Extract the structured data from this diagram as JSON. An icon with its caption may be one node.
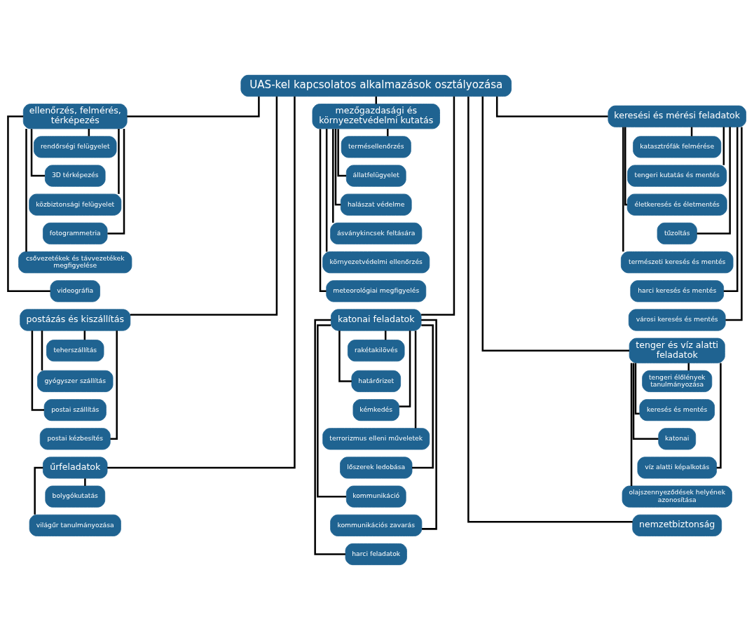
{
  "diagram": {
    "nodes": [
      {
        "text": [
          "UAS-kel kapcsolatos alkalmazások osztályozása"
        ]
      },
      {
        "text": [
          "ellenőrzés, felmérés, térképezés"
        ]
      },
      {
        "text": [
          "rendőrségi felügyelet"
        ]
      },
      {
        "text": [
          "3D térképezés"
        ]
      },
      {
        "text": [
          "közbiztonsági felügyelet"
        ]
      },
      {
        "text": [
          "fotogrammetria"
        ]
      },
      {
        "text": [
          "csővezetékek és távvezetékek megfigyelése"
        ]
      },
      {
        "text": [
          "videográfia"
        ]
      },
      {
        "text": [
          "postázás és kiszállítás"
        ]
      },
      {
        "text": [
          "teherszállítás"
        ]
      },
      {
        "text": [
          "gyógyszer szállítás"
        ]
      },
      {
        "text": [
          "postai szállítás"
        ]
      },
      {
        "text": [
          "postai kézbesítés"
        ]
      },
      {
        "text": [
          "űrfeladatok"
        ]
      },
      {
        "text": [
          "bolygókutatás"
        ]
      },
      {
        "text": [
          "világűr tanulmányozása"
        ]
      },
      {
        "text": [
          "mezőgazdasági és környezetvédelmi kutatás"
        ]
      },
      {
        "text": [
          "termésellenőrzés"
        ]
      },
      {
        "text": [
          "állatfelügyelet"
        ]
      },
      {
        "text": [
          "halászat védelme"
        ]
      },
      {
        "text": [
          "ásványkincsek feltására"
        ]
      },
      {
        "text": [
          "környezetvédelmi ellenőrzés"
        ]
      },
      {
        "text": [
          "meteorológiai megfigyelés"
        ]
      },
      {
        "text": [
          "katonai feladatok"
        ]
      },
      {
        "text": [
          "rakétakilövés"
        ]
      },
      {
        "text": [
          "határőrizet"
        ]
      },
      {
        "text": [
          "kémkedés"
        ]
      },
      {
        "text": [
          "terrorizmus elleni műveletek"
        ]
      },
      {
        "text": [
          "lőszerek ledobása"
        ]
      },
      {
        "text": [
          "kommunikáció"
        ]
      },
      {
        "text": [
          "kommunikációs zavarás"
        ]
      },
      {
        "text": [
          "harci feladatok"
        ]
      },
      {
        "text": [
          "keresési és mérési feladatok"
        ]
      },
      {
        "text": [
          "katasztrófák felmérése"
        ]
      },
      {
        "text": [
          "tengeri kutatás és mentés"
        ]
      },
      {
        "text": [
          "életkeresés és életmentés"
        ]
      },
      {
        "text": [
          "tűzoltás"
        ]
      },
      {
        "text": [
          "természeti keresés és mentés"
        ]
      },
      {
        "text": [
          "harci keresés és mentés"
        ]
      },
      {
        "text": [
          "városi keresés és mentés"
        ]
      },
      {
        "text": [
          "tenger és víz alatti feladatok"
        ]
      },
      {
        "text": [
          "tengeri élőlények tanulmányozása"
        ]
      },
      {
        "text": [
          "keresés és mentés"
        ]
      },
      {
        "text": [
          "katonai"
        ]
      },
      {
        "text": [
          "víz alatti képalkotás"
        ]
      },
      {
        "text": [
          "olajszennyeződések helyének azonosítása"
        ]
      },
      {
        "text": [
          "nemzetbiztonság"
        ]
      }
    ],
    "edges": [
      {
        "from": 0,
        "to": 1,
        "arrow": "none"
      },
      {
        "from": 1,
        "to": 2,
        "arrow": "none"
      },
      {
        "from": 1,
        "to": 3,
        "arrow": "none"
      },
      {
        "from": 1,
        "to": 4,
        "arrow": "none"
      },
      {
        "from": 1,
        "to": 5,
        "arrow": "none"
      },
      {
        "from": 1,
        "to": 6,
        "arrow": "none"
      },
      {
        "from": 1,
        "to": 7,
        "arrow": "none"
      },
      {
        "from": 0,
        "to": 8,
        "arrow": "none"
      },
      {
        "from": 8,
        "to": 9,
        "arrow": "none"
      },
      {
        "from": 8,
        "to": 10,
        "arrow": "none"
      },
      {
        "from": 8,
        "to": 11,
        "arrow": "none"
      },
      {
        "from": 8,
        "to": 12,
        "arrow": "none"
      },
      {
        "from": 0,
        "to": 13,
        "arrow": "none"
      },
      {
        "from": 13,
        "to": 14,
        "arrow": "none"
      },
      {
        "from": 13,
        "to": 15,
        "arrow": "none"
      },
      {
        "from": 0,
        "to": 16,
        "arrow": "none"
      },
      {
        "from": 16,
        "to": 17,
        "arrow": "none"
      },
      {
        "from": 16,
        "to": 18,
        "arrow": "none"
      },
      {
        "from": 16,
        "to": 19,
        "arrow": "none"
      },
      {
        "from": 16,
        "to": 20,
        "arrow": "none"
      },
      {
        "from": 16,
        "to": 21,
        "arrow": "none"
      },
      {
        "from": 16,
        "to": 22,
        "arrow": "none"
      },
      {
        "from": 0,
        "to": 23,
        "arrow": "none"
      },
      {
        "from": 23,
        "to": 24,
        "arrow": "none"
      },
      {
        "from": 23,
        "to": 25,
        "arrow": "none"
      },
      {
        "from": 23,
        "to": 26,
        "arrow": "none"
      },
      {
        "from": 23,
        "to": 27,
        "arrow": "none"
      },
      {
        "from": 23,
        "to": 28,
        "arrow": "none"
      },
      {
        "from": 23,
        "to": 29,
        "arrow": "none"
      },
      {
        "from": 23,
        "to": 30,
        "arrow": "none"
      },
      {
        "from": 23,
        "to": 31,
        "arrow": "none"
      },
      {
        "from": 0,
        "to": 32,
        "arrow": "none"
      },
      {
        "from": 32,
        "to": 33,
        "arrow": "none"
      },
      {
        "from": 32,
        "to": 34,
        "arrow": "none"
      },
      {
        "from": 32,
        "to": 35,
        "arrow": "none"
      },
      {
        "from": 32,
        "to": 36,
        "arrow": "none"
      },
      {
        "from": 32,
        "to": 37,
        "arrow": "none"
      },
      {
        "from": 32,
        "to": 38,
        "arrow": "none"
      },
      {
        "from": 32,
        "to": 39,
        "arrow": "none"
      },
      {
        "from": 0,
        "to": 40,
        "arrow": "none"
      },
      {
        "from": 40,
        "to": 41,
        "arrow": "none"
      },
      {
        "from": 40,
        "to": 42,
        "arrow": "none"
      },
      {
        "from": 40,
        "to": 43,
        "arrow": "none"
      },
      {
        "from": 40,
        "to": 44,
        "arrow": "none"
      },
      {
        "from": 40,
        "to": 45,
        "arrow": "none"
      },
      {
        "from": 0,
        "to": 46,
        "arrow": "none"
      }
    ]
  }
}
